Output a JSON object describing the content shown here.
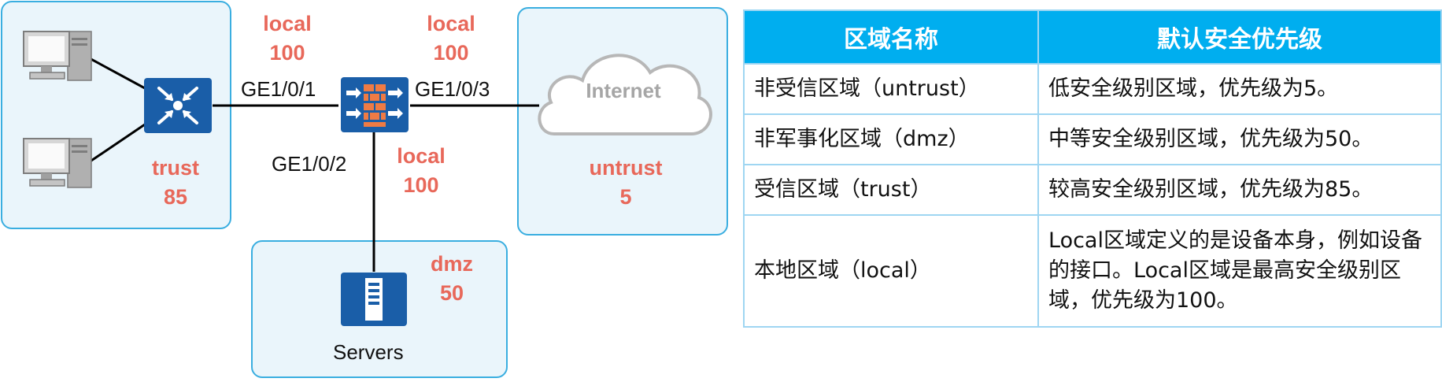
{
  "zones": {
    "trust": {
      "name": "trust",
      "priority": "85"
    },
    "untrust": {
      "name": "untrust",
      "priority": "5"
    },
    "dmz": {
      "name": "dmz",
      "priority": "50"
    }
  },
  "local_labels": [
    {
      "name": "local",
      "priority": "100"
    },
    {
      "name": "local",
      "priority": "100"
    },
    {
      "name": "local",
      "priority": "100"
    }
  ],
  "interfaces": [
    "GE1/0/1",
    "GE1/0/3",
    "GE1/0/2"
  ],
  "cloud_label": "Internet",
  "servers_label": "Servers",
  "icons": [
    "pc-icon",
    "pc-icon",
    "switch-icon",
    "firewall-icon",
    "cloud-icon",
    "server-icon"
  ],
  "colors": {
    "zone_border": "#3aaee0",
    "zone_fill": "#eaf5fb",
    "label": "#e8685a",
    "device": "#1a5ea8",
    "table_header": "#00aeef"
  },
  "table": {
    "headers": [
      "区域名称",
      "默认安全优先级"
    ],
    "rows": [
      [
        "非受信区域（untrust）",
        "低安全级别区域，优先级为5。"
      ],
      [
        "非军事化区域（dmz）",
        "中等安全级别区域，优先级为50。"
      ],
      [
        "受信区域（trust）",
        "较高安全级别区域，优先级为85。"
      ],
      [
        "本地区域（local）",
        "Local区域定义的是设备本身，例如设备的接口。Local区域是最高安全级别区域，优先级为100。"
      ]
    ]
  }
}
